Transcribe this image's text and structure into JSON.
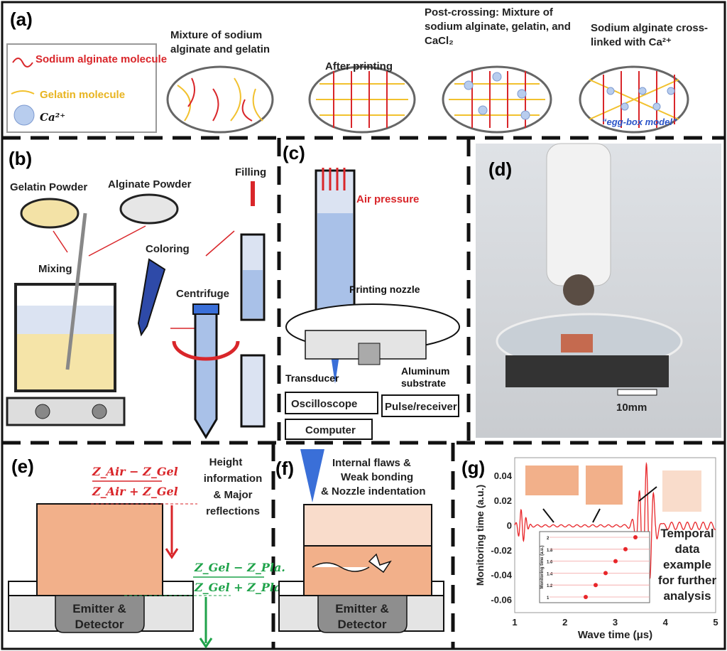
{
  "panels": {
    "a": {
      "label": "(a)",
      "legend": {
        "alginate": "Sodium alginate molecule",
        "gelatin": "Gelatin molecule",
        "ca": "Ca²⁺",
        "ca_icon": "Ca²⁺"
      },
      "stages": [
        "Mixture of sodium alginate and gelatin",
        "After printing",
        "Post-crossing: Mixture of sodium alginate, gelatin, and CaCl₂",
        "Sodium alginate cross-linked with Ca²⁺"
      ],
      "egg_box": "“egg-box model”"
    },
    "b": {
      "label": "(b)",
      "gelatin_powder": "Gelatin Powder",
      "alginate_powder": "Alginate Powder",
      "mixing": "Mixing",
      "coloring": "Coloring",
      "centrifuge": "Centrifuge",
      "filling": "Filling"
    },
    "c": {
      "label": "(c)",
      "air_pressure": "Air pressure",
      "nozzle": "Printing nozzle",
      "transducer": "Transducer",
      "aluminum": "Aluminum substrate",
      "oscilloscope": "Oscilloscope",
      "pulse": "Pulse/receiver",
      "computer": "Computer"
    },
    "d": {
      "label": "(d)",
      "scale": "10mm"
    },
    "e": {
      "label": "(e)",
      "eq1_num": "Z_Air − Z_Gel",
      "eq1_den": "Z_Air + Z_Gel",
      "eq2_num": "Z_Gel − Z_Pla.",
      "eq2_den": "Z_Gel + Z_Pla.",
      "note": [
        "Height",
        "information",
        "& Major",
        "reflections"
      ],
      "device": [
        "Emitter &",
        "Detector"
      ]
    },
    "f": {
      "label": "(f)",
      "note": [
        "Internal flaws &",
        "Weak bonding",
        "& Nozzle indentation"
      ],
      "device": [
        "Emitter &",
        "Detector"
      ]
    },
    "g": {
      "label": "(g)",
      "note": [
        "Temporal",
        "data",
        "example",
        "for further",
        "analysis"
      ]
    }
  },
  "colors": {
    "alginate": "#d9262a",
    "gelatin": "#f2c12e",
    "gel": "#f2b08a",
    "gel_light": "#f9dccb",
    "nozzle": "#3a6fd8",
    "green": "#1fa34a"
  },
  "chart_data": {
    "type": "line",
    "xlabel": "Wave time (μs)",
    "ylabel": "Monitoring time (a.u.)",
    "xlim": [
      1,
      5
    ],
    "ylim": [
      -0.07,
      0.055
    ],
    "xticks": [
      "1",
      "2",
      "3",
      "4",
      "5"
    ],
    "yticks": [
      "0.04",
      "0.02",
      "0",
      "-0.02",
      "-0.04",
      "-0.06"
    ],
    "series_color": "#e8262a",
    "inset": {
      "ylabel": "Monitoring time (a.u.)",
      "yticks": [
        "2",
        "1.8",
        "1.6",
        "1.4",
        "1.2",
        "1"
      ]
    }
  }
}
